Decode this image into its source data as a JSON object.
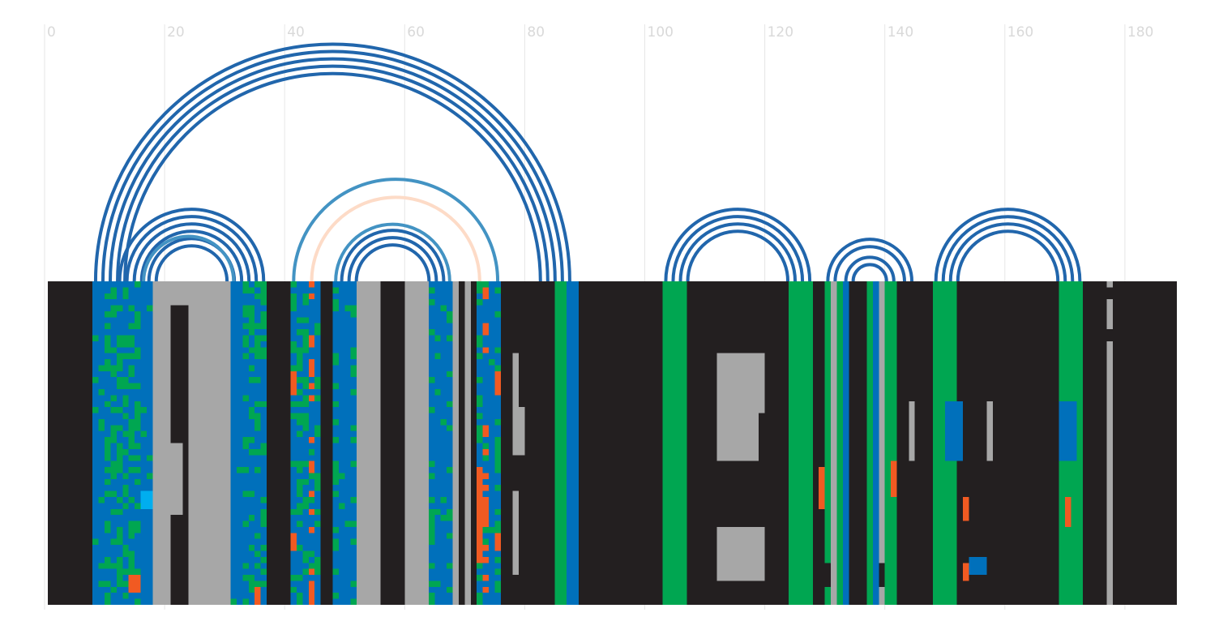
{
  "chart_data": {
    "type": "heatmap",
    "title": "",
    "xlabel": "",
    "ylabel": "",
    "xlim": [
      -0.5,
      188
    ],
    "x_ticks": [
      0,
      20,
      40,
      60,
      80,
      100,
      120,
      140,
      160,
      180
    ],
    "x_tick_labels": [
      "0",
      "20",
      "40",
      "60",
      "80",
      "100",
      "120",
      "140",
      "160",
      "180"
    ],
    "grid": true,
    "alignment": {
      "columns": 188,
      "rows": 54,
      "background": "#231f20",
      "color_key": {
        "g": "#00a651",
        "b": "#0070bb",
        "o": "#f15a22",
        "s": "#a7a7a7",
        "c": "#00aeef",
        "k": "#231f20"
      },
      "column_colors": [
        [
          8,
          9,
          "b"
        ],
        [
          10,
          15,
          "g"
        ],
        [
          16,
          17,
          "b"
        ],
        [
          18,
          20,
          "s"
        ],
        [
          24,
          30,
          "s"
        ],
        [
          31,
          32,
          "b"
        ],
        [
          33,
          36,
          "g"
        ],
        [
          41,
          43,
          "g"
        ],
        [
          44,
          44,
          "o"
        ],
        [
          45,
          45,
          "g"
        ],
        [
          48,
          48,
          "g"
        ],
        [
          49,
          50,
          "b"
        ],
        [
          51,
          51,
          "g"
        ],
        [
          52,
          55,
          "s"
        ],
        [
          60,
          63,
          "s"
        ],
        [
          64,
          64,
          "g"
        ],
        [
          65,
          66,
          "b"
        ],
        [
          67,
          67,
          "g"
        ],
        [
          68,
          68,
          "s"
        ],
        [
          70,
          70,
          "s"
        ],
        [
          72,
          72,
          "g"
        ],
        [
          73,
          73,
          "o"
        ],
        [
          74,
          74,
          "b"
        ],
        [
          75,
          75,
          "g"
        ],
        [
          85,
          86,
          "g"
        ],
        [
          87,
          88,
          "b"
        ],
        [
          103,
          106,
          "g"
        ],
        [
          124,
          127,
          "g"
        ],
        [
          130,
          130,
          "g"
        ],
        [
          131,
          131,
          "s"
        ],
        [
          132,
          132,
          "g"
        ],
        [
          133,
          133,
          "b"
        ],
        [
          137,
          137,
          "g"
        ],
        [
          138,
          138,
          "b"
        ],
        [
          139,
          139,
          "s"
        ],
        [
          140,
          141,
          "g"
        ],
        [
          148,
          151,
          "g"
        ],
        [
          169,
          172,
          "g"
        ],
        [
          177,
          177,
          "s"
        ]
      ],
      "column_gaps": [
        [
          177,
          1,
          2
        ],
        [
          177,
          8,
          9
        ],
        [
          48,
          10,
          11
        ],
        [
          130,
          47,
          50
        ],
        [
          139,
          47,
          50
        ]
      ],
      "patches": [
        [
          112,
          119,
          12,
          21,
          "s"
        ],
        [
          112,
          118,
          21,
          29,
          "s"
        ],
        [
          112,
          119,
          41,
          49,
          "s"
        ],
        [
          150,
          152,
          20,
          29,
          "b"
        ],
        [
          169,
          171,
          20,
          29,
          "b"
        ],
        [
          157,
          157,
          20,
          29,
          "s"
        ],
        [
          78,
          79,
          21,
          28,
          "s"
        ],
        [
          78,
          78,
          12,
          20,
          "s"
        ],
        [
          78,
          78,
          35,
          48,
          "s"
        ],
        [
          72,
          72,
          31,
          46,
          "o"
        ],
        [
          75,
          75,
          15,
          18,
          "o"
        ],
        [
          75,
          75,
          42,
          44,
          "o"
        ],
        [
          41,
          41,
          15,
          18,
          "o"
        ],
        [
          41,
          41,
          42,
          44,
          "o"
        ],
        [
          21,
          23,
          0,
          3,
          "s"
        ],
        [
          28,
          29,
          4,
          11,
          "s"
        ],
        [
          21,
          22,
          27,
          38,
          "s"
        ],
        [
          16,
          17,
          35,
          37,
          "c"
        ],
        [
          14,
          15,
          49,
          51,
          "o"
        ],
        [
          35,
          35,
          51,
          53,
          "o"
        ],
        [
          141,
          141,
          30,
          35,
          "o"
        ],
        [
          129,
          129,
          31,
          37,
          "o"
        ],
        [
          144,
          144,
          20,
          29,
          "s"
        ],
        [
          153,
          153,
          36,
          39,
          "o"
        ],
        [
          170,
          170,
          36,
          40,
          "o"
        ],
        [
          153,
          153,
          47,
          49,
          "o"
        ],
        [
          154,
          156,
          46,
          48,
          "b"
        ],
        [
          40,
          40,
          0,
          53,
          "k"
        ],
        [
          46,
          47,
          0,
          53,
          "k"
        ]
      ]
    },
    "arcs": [
      {
        "left": 8.5,
        "right": 87.5,
        "count": 5,
        "color": "#2166ac"
      },
      {
        "left": 12.5,
        "right": 36.5,
        "count": 6,
        "color": "#2166ac"
      },
      {
        "left": 16.5,
        "right": 31.5,
        "count": 1,
        "color": "#4393c3"
      },
      {
        "left": 41.5,
        "right": 75.5,
        "count": 1,
        "color": "#4393c3"
      },
      {
        "left": 44.5,
        "right": 72.5,
        "count": 1,
        "color": "#fddbc7"
      },
      {
        "left": 48.5,
        "right": 67.5,
        "count": 1,
        "color": "#4393c3"
      },
      {
        "left": 49.5,
        "right": 66.5,
        "count": 3,
        "color": "#2166ac"
      },
      {
        "left": 103.5,
        "right": 127.5,
        "count": 4,
        "color": "#2166ac"
      },
      {
        "left": 130.5,
        "right": 144.5,
        "count": 2,
        "color": "#2166ac"
      },
      {
        "left": 133.5,
        "right": 141.5,
        "count": 2,
        "color": "#2166ac"
      },
      {
        "left": 148.5,
        "right": 172.5,
        "count": 4,
        "color": "#2166ac"
      }
    ]
  }
}
